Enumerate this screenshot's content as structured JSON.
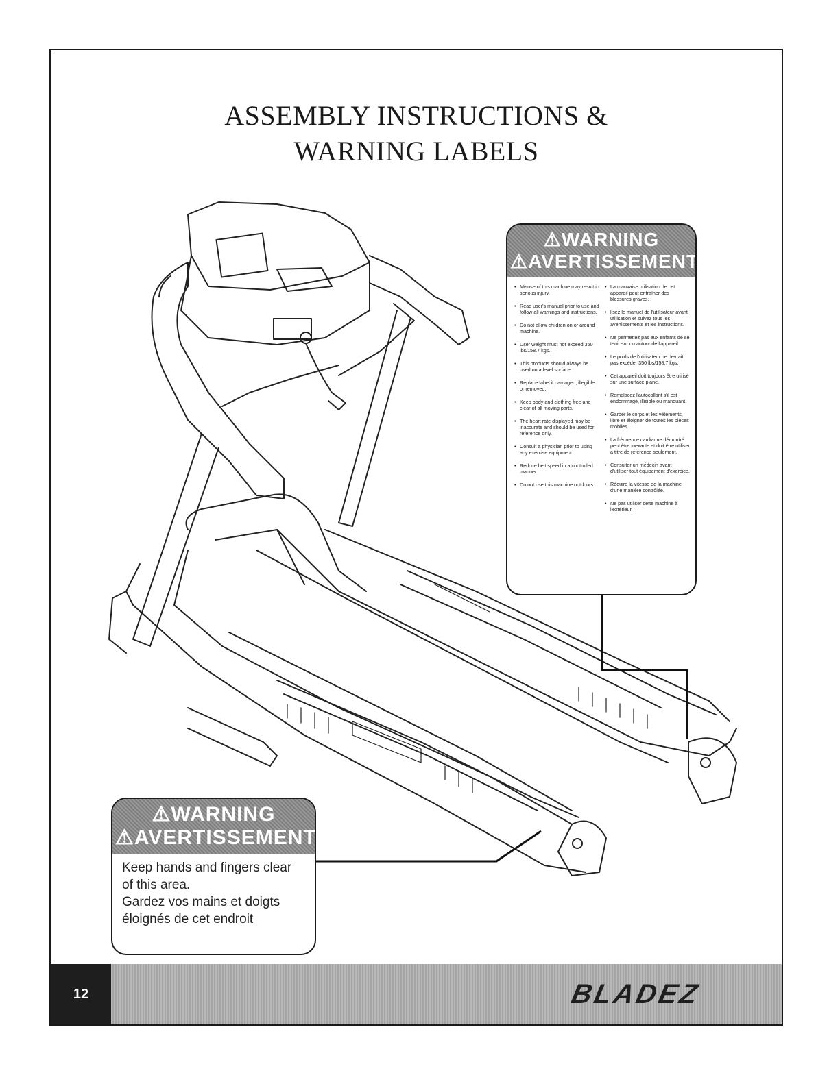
{
  "title": {
    "line1": "ASSEMBLY INSTRUCTIONS &",
    "line2": "WARNING LABELS"
  },
  "warning_label_main": {
    "heading_en": "⚠WARNING",
    "heading_fr": "⚠AVERTISSEMENT",
    "items_en": [
      "Misuse of this machine may result in serious injury.",
      "Read user's manual prior to use and follow all warnings and instructions.",
      "Do not allow children on or around machine.",
      "User weight must not exceed 350 lbs/158.7 kgs.",
      "This products should always be used on a level surface.",
      "Replace label if damaged, illegible or removed.",
      "Keep body and clothing free and clear of all moving parts.",
      "The heart rate displayed may be inaccurate and should be used for reference only.",
      "Consult a physician prior to using any exercise equipment.",
      "Reduce belt speed in a controlled manner.",
      "Do not use this machine outdoors."
    ],
    "items_fr": [
      "La mauvaise utilisation de cet appareil peut entraîner des blessures graves.",
      "lisez le manuel de l'utilisateur avant utilisation et suivez tous les avertissements et les instructions.",
      "Ne permettez pas aux enfants de se tenir sur ou autour de l'appareil.",
      "Le poids de l'utilisateur ne devrait pas excéder 350 lbs/158.7 kgs.",
      "Cet appareil doit toujours être utilisé sur une surface plane.",
      "Remplacez l'autocollant s'il est endommagé, illisible ou manquant.",
      "Garder le corps et les vêtements, libre et éloigner de toutes les pièces mobiles.",
      "La fréquence cardiaque démontré peut être inexacte et doit être utiliser a titre de référence seulement.",
      "Consulter un médecin avant d'utiliser tout équipement d'exercice.",
      "Réduire la vitesse de la machine d'une manière contrôlée.",
      "Ne pas utiliser cette machine à l'extérieur."
    ]
  },
  "warning_label_small": {
    "heading_en": "⚠WARNING",
    "heading_fr": "⚠AVERTISSEMENT",
    "line_en": "Keep hands and fingers clear of this area.",
    "line_fr": "Gardez vos mains et doigts éloignés de cet endroit"
  },
  "footer": {
    "page_number": "12",
    "brand": "BLADEZ"
  }
}
